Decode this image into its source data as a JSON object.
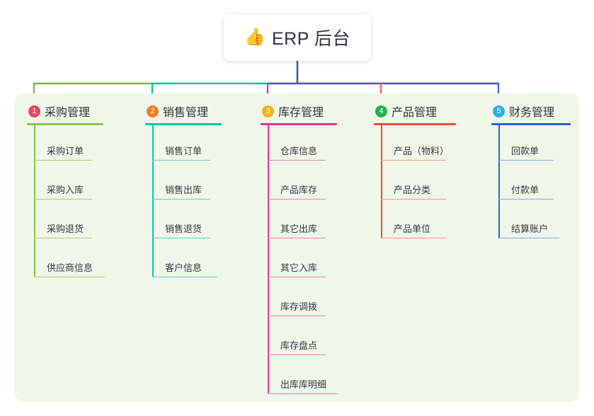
{
  "root": {
    "icon": "thumbs-up-emoji",
    "emoji": "👍",
    "title": "ERP 后台"
  },
  "panel": {
    "background": "#eff7e9"
  },
  "wire_colors": {
    "trunk": "#4a55b5",
    "segment_1": "#7cbb48",
    "segment_2": "#11bfa1",
    "segment_3": "#4a55b5",
    "drop_1": "#7cbb48",
    "drop_2": "#11bfa1",
    "drop_3": "#e8368f",
    "drop_4": "#f4625f",
    "drop_5": "#3f6ed0"
  },
  "columns": [
    {
      "index": "1",
      "title": "采购管理",
      "badge_color": "#ec4560",
      "accent": "#8bc34a",
      "leaf_color": "#a5cf72",
      "items": [
        "采购订单",
        "采购入库",
        "采购退货",
        "供应商信息"
      ]
    },
    {
      "index": "2",
      "title": "销售管理",
      "badge_color": "#f07c23",
      "accent": "#14c4ae",
      "leaf_color": "#5ecfc4",
      "items": [
        "销售订单",
        "销售出库",
        "销售退货",
        "客户信息"
      ]
    },
    {
      "index": "3",
      "title": "库存管理",
      "badge_color": "#f5b315",
      "accent": "#e8368f",
      "leaf_color": "#ee7fb4",
      "items": [
        "仓库信息",
        "产品库存",
        "其它出库",
        "其它入库",
        "库存调拨",
        "库存盘点",
        "出库库明细"
      ]
    },
    {
      "index": "4",
      "title": "产品管理",
      "badge_color": "#22b24c",
      "accent": "#f6453f",
      "leaf_color": "#f99390",
      "items": [
        "产品（物料）",
        "产品分类",
        "产品单位"
      ]
    },
    {
      "index": "5",
      "title": "财务管理",
      "badge_color": "#2bafe8",
      "accent": "#2f63d4",
      "leaf_color": "#8aa9e6",
      "items": [
        "回款单",
        "付款单",
        "结算账户"
      ]
    }
  ],
  "layout": {
    "column_x": [
      38,
      205,
      368,
      528,
      694
    ],
    "column_head_width": [
      108,
      108,
      108,
      116,
      112
    ],
    "leaf_rule_width": [
      82,
      82,
      82,
      92,
      78
    ],
    "leaf_rule_width_last": [
      100,
      92,
      100,
      92,
      86
    ]
  }
}
